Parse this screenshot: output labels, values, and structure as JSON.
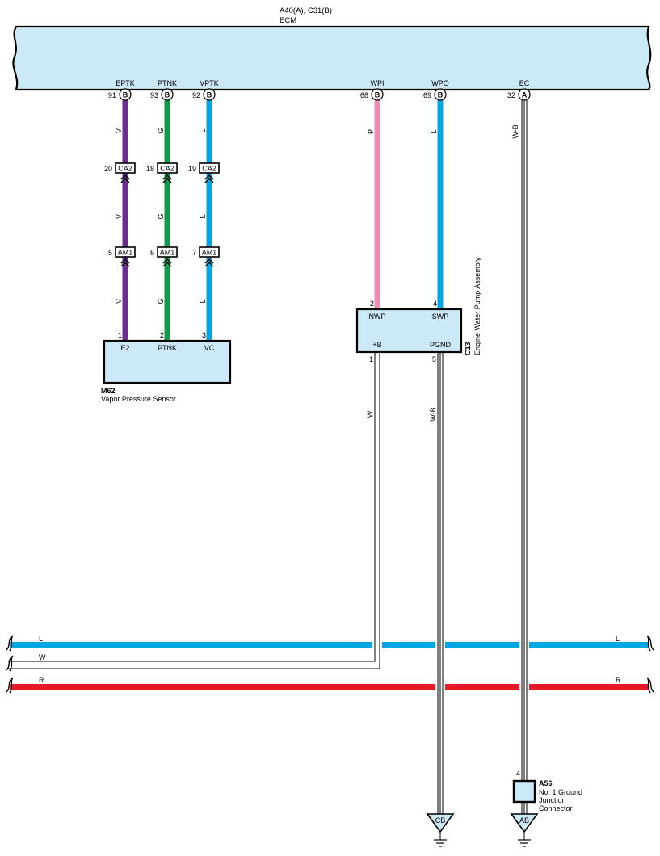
{
  "ecm": {
    "connectors": "A40(A), C31(B)",
    "name": "ECM",
    "pins": [
      {
        "id": "eptk",
        "label": "EPTK",
        "num": "91",
        "conn": "B"
      },
      {
        "id": "ptnk",
        "label": "PTNK",
        "num": "93",
        "conn": "B"
      },
      {
        "id": "vptk",
        "label": "VPTK",
        "num": "92",
        "conn": "B"
      },
      {
        "id": "wpi",
        "label": "WPI",
        "num": "68",
        "conn": "B"
      },
      {
        "id": "wpo",
        "label": "WPO",
        "num": "69",
        "conn": "B"
      },
      {
        "id": "ec",
        "label": "EC",
        "num": "32",
        "conn": "A"
      }
    ]
  },
  "wires": {
    "eptk": {
      "color_code": "V",
      "color": "#6a2c91"
    },
    "ptnk": {
      "color_code": "G",
      "color": "#0e9a48"
    },
    "vptk": {
      "color_code": "L",
      "color": "#00a6e2"
    },
    "wpi": {
      "color_code": "P",
      "color": "#f08bb8"
    },
    "wpo": {
      "color_code": "L",
      "color": "#00a6e2"
    },
    "ec": {
      "color_code": "W-B"
    },
    "pb": {
      "color_code": "W"
    },
    "pgnd": {
      "color_code": "W-B"
    }
  },
  "ca2": {
    "name": "CA2",
    "pins": [
      "20",
      "18",
      "19"
    ]
  },
  "am1": {
    "name": "AM1",
    "pins": [
      "5",
      "6",
      "7"
    ]
  },
  "vapor_sensor": {
    "code": "M62",
    "name": "Vapor Pressure Sensor",
    "pins": [
      {
        "num": "1",
        "label": "E2"
      },
      {
        "num": "2",
        "label": "PTNK"
      },
      {
        "num": "3",
        "label": "VC"
      }
    ]
  },
  "water_pump": {
    "code": "C13",
    "name": "Engine Water Pump Assembly",
    "pins_top": [
      {
        "num": "2",
        "label": "NWP"
      },
      {
        "num": "4",
        "label": "SWP"
      }
    ],
    "pins_bottom": [
      {
        "num": "1",
        "label": "+B"
      },
      {
        "num": "5",
        "label": "PGND"
      }
    ]
  },
  "junction": {
    "code": "A56",
    "pin": "4",
    "name_lines": [
      "No.  1 Ground",
      "Junction",
      "Connector"
    ]
  },
  "grounds": {
    "cb": "CB",
    "ab": "AB"
  },
  "buses": {
    "l": {
      "code": "L",
      "color": "#00a6e2"
    },
    "w": {
      "code": "W"
    },
    "r": {
      "code": "R",
      "color": "#e21b24"
    }
  }
}
